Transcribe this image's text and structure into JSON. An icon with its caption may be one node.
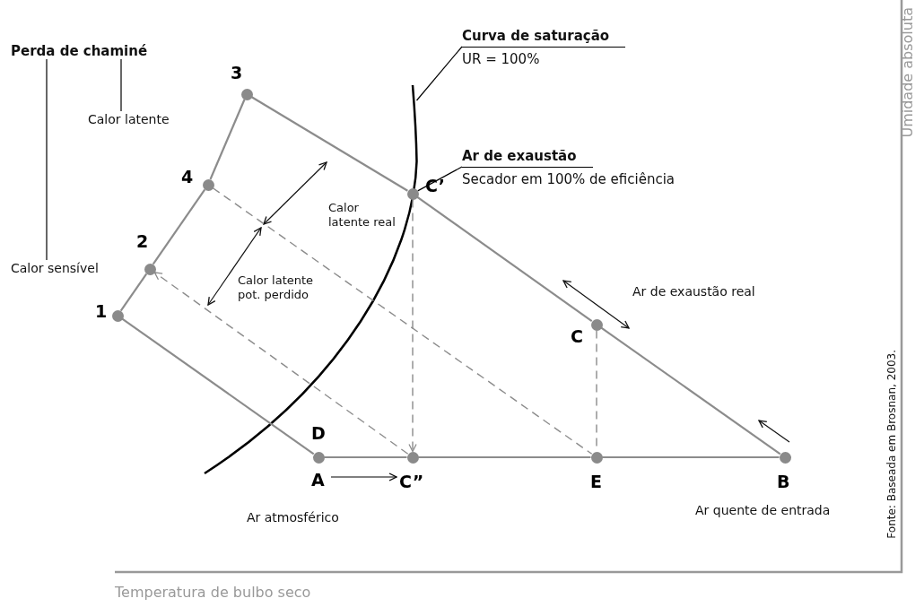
{
  "diagram": {
    "nodes": [
      {
        "text": [
          "Perda de chaminé"
        ]
      },
      {
        "text": [
          "Calor latente"
        ]
      },
      {
        "text": [
          "Calor sensível"
        ]
      },
      {
        "text": [
          "3"
        ]
      },
      {
        "text": [
          "4"
        ]
      },
      {
        "text": [
          "2"
        ]
      },
      {
        "text": [
          "1"
        ]
      },
      {
        "text": [
          "Curva de saturação",
          "UR = 100%"
        ]
      },
      {
        "text": [],
        "shape": "curve"
      },
      {
        "text": [
          "Ar de exaustão",
          "Secador em 100% de eficiência"
        ]
      },
      {
        "text": [
          "C’"
        ]
      },
      {
        "text": [
          "C"
        ]
      },
      {
        "text": [
          "D",
          "A"
        ],
        "beside": [
          "Ar atmosférico"
        ]
      },
      {
        "text": [
          "C”"
        ]
      },
      {
        "text": [
          "E"
        ]
      },
      {
        "text": [
          "B"
        ],
        "beside": [
          "Ar quente de entrada"
        ]
      }
    ],
    "edges": [
      {
        "from": 0,
        "to": 1,
        "arrow": "none",
        "color": "#000000"
      },
      {
        "from": 0,
        "to": 2,
        "arrow": "none",
        "color": "#000000"
      },
      {
        "from": 6,
        "to": 5,
        "arrow": "none"
      },
      {
        "from": 5,
        "to": 4,
        "arrow": "none"
      },
      {
        "from": 4,
        "to": 3,
        "arrow": "none"
      },
      {
        "from": 3,
        "to": 10,
        "arrow": "none"
      },
      {
        "from": 10,
        "to": 11,
        "arrow": "none"
      },
      {
        "from": 11,
        "to": 15,
        "arrow": "none"
      },
      {
        "from": 6,
        "to": 12,
        "arrow": "none"
      },
      {
        "from": 12,
        "to": 13,
        "arrow": "none"
      },
      {
        "from": 13,
        "to": 14,
        "arrow": "none"
      },
      {
        "from": 14,
        "to": 15,
        "arrow": "none"
      },
      {
        "from": 4,
        "to": 14,
        "arrow": "none",
        "style": "dashed"
      },
      {
        "from": 13,
        "to": 5,
        "arrow": "to",
        "style": "dashed"
      },
      {
        "from": 10,
        "to": 13,
        "arrow": "to",
        "style": "dashed"
      },
      {
        "from": 11,
        "to": 14,
        "arrow": "none",
        "style": "dashed"
      },
      {
        "from": 12,
        "to": 13,
        "arrow": "to",
        "color": "#000000"
      },
      {
        "from": 7,
        "to": 8,
        "arrow": "none",
        "color": "#000000"
      },
      {
        "from": 9,
        "to": 10,
        "arrow": "none",
        "color": "#000000"
      }
    ],
    "labels": [
      "Umidade absoluta",
      "Calor latente real",
      "Calor latente pot. perdido",
      "Ar de exaustão real",
      "Temperatura de bulbo seco",
      "Fonte: Baseada em Brosnan, 2003."
    ]
  }
}
